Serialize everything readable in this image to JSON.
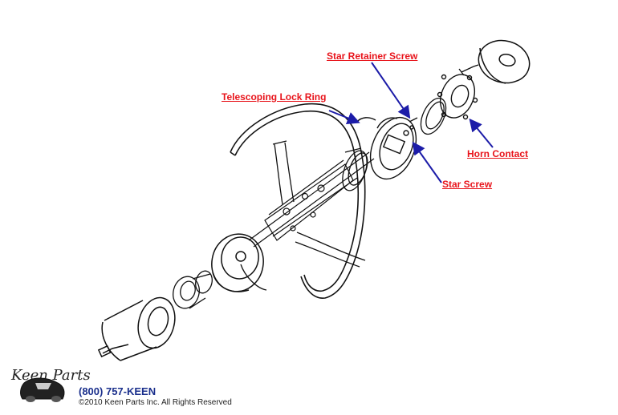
{
  "callouts": {
    "star_retainer_screw": "Star Retainer Screw",
    "telescoping_lock_ring": "Telescoping Lock Ring",
    "horn_contact": "Horn Contact",
    "star_screw": "Star Screw"
  },
  "footer": {
    "logo_text": "Keen Parts",
    "phone": "(800) 757-KEEN",
    "copyright": "©2010 Keen Parts Inc. All Rights Reserved"
  },
  "colors": {
    "callout_text": "#e8141b",
    "arrow": "#1c1ca8",
    "phone_text": "#1a2f8c",
    "line_art": "#111111"
  }
}
